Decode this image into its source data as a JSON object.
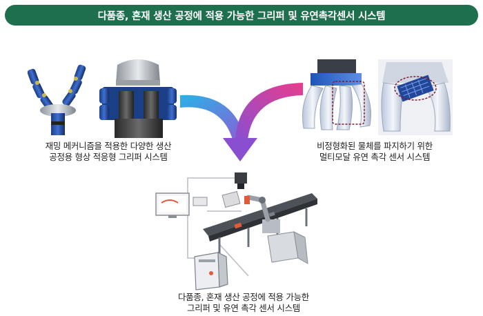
{
  "banner": {
    "title": "다품종, 혼재 생산 공정에 적용 가능한 그리퍼 및 유연촉각센서 시스템",
    "color": "#1d6f4d"
  },
  "left_system": {
    "caption_line1": "재밍 메커니즘을 적용한 다양한 생산",
    "caption_line2": "공정용 형상 적응형 그리퍼 시스템"
  },
  "right_system": {
    "caption_line1": "비정형화된 물체를 파지하기 위한",
    "caption_line2": "멀티모달 유연 촉각 센서 시스템"
  },
  "integrated_system": {
    "caption_line1": "다품종, 혼재 생산 공정에 적용 가능한",
    "caption_line2": "그리퍼 및 유연 촉각 센서 시스템"
  },
  "arrows": {
    "left_arrow_colors": [
      "#28b3e6",
      "#8a5fd6"
    ],
    "right_arrow_colors": [
      "#e83d8c",
      "#8a4fd0"
    ]
  }
}
